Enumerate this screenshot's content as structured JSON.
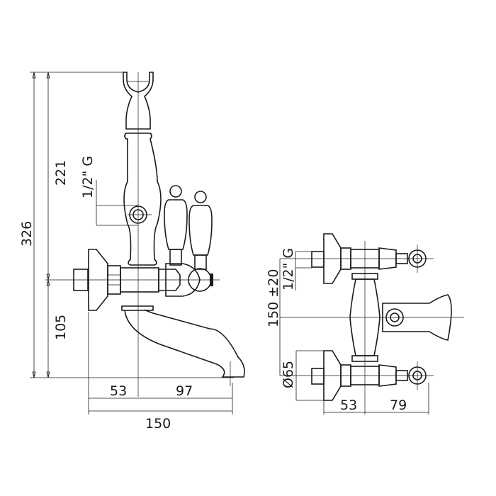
{
  "side_view": {
    "dim_total_height": "326",
    "dim_upper_height": "221",
    "dim_lower_height": "105",
    "dim_thread": "1/2\" G",
    "dim_wall_to_axis": "53",
    "dim_axis_to_spout": "97",
    "dim_total_projection": "150"
  },
  "front_view": {
    "dim_thread": "1/2\" G",
    "dim_centers": "150 ±20",
    "dim_flange_diameter": "Ø65",
    "dim_wall_to_axis": "53",
    "dim_axis_to_handle": "79"
  }
}
